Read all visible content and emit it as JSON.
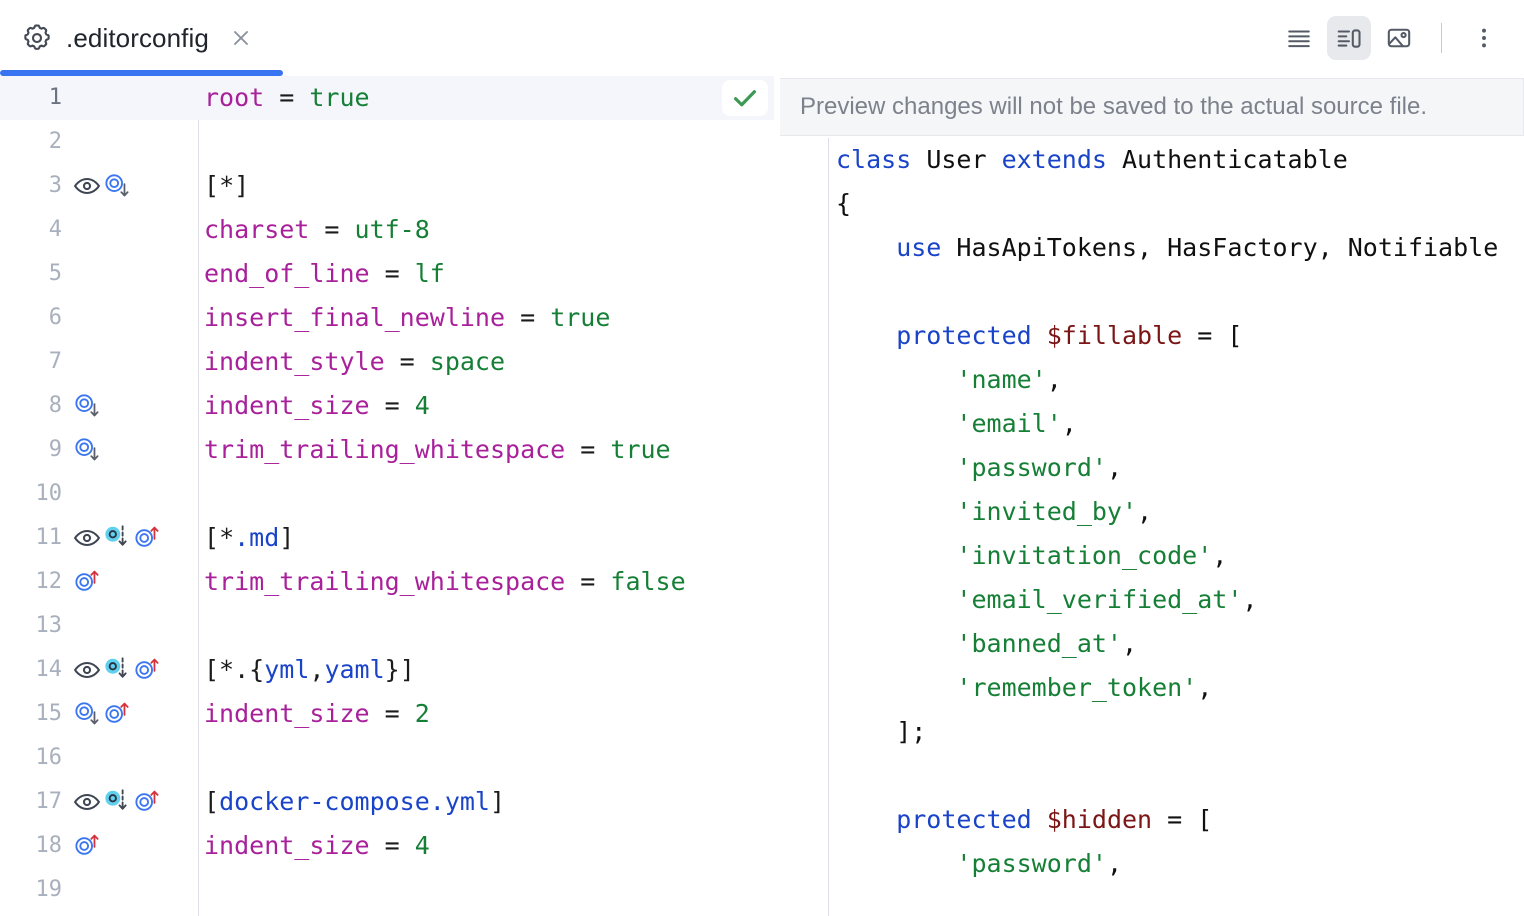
{
  "tab": {
    "icon": "gear-icon",
    "title": ".editorconfig",
    "close_icon": "close-icon",
    "accent_color": "#3874f2"
  },
  "toolbar": {
    "buttons": [
      {
        "name": "list-view-icon",
        "label": "List view",
        "active": false
      },
      {
        "name": "split-view-icon",
        "label": "Split view",
        "active": true
      },
      {
        "name": "image-preview-icon",
        "label": "Image preview",
        "active": false
      }
    ],
    "divider": true,
    "overflow": {
      "name": "more-options-icon",
      "label": "More options"
    }
  },
  "editor": {
    "filename": ".editorconfig",
    "current_line": 1,
    "status_icon": "checkmark-icon",
    "status_color": "#3d9a54",
    "colors": {
      "key": "#a8219a",
      "value": "#167f36",
      "glob": "#1a44c8",
      "punctuation": "#1b1b1b",
      "current_line_bg": "#f4f6fb"
    },
    "lines": [
      {
        "n": 1,
        "icons": [],
        "tokens": [
          {
            "t": "key",
            "s": "root"
          },
          {
            "t": "eq",
            "s": " = "
          },
          {
            "t": "val",
            "s": "true"
          }
        ],
        "current": true,
        "check": true
      },
      {
        "n": 2,
        "icons": [],
        "tokens": []
      },
      {
        "n": 3,
        "icons": [
          "eye-icon",
          "target-down-icon"
        ],
        "tokens": [
          {
            "t": "brk",
            "s": "["
          },
          {
            "t": "brk",
            "s": "*"
          },
          {
            "t": "brk",
            "s": "]"
          }
        ]
      },
      {
        "n": 4,
        "icons": [],
        "tokens": [
          {
            "t": "key",
            "s": "charset"
          },
          {
            "t": "eq",
            "s": " = "
          },
          {
            "t": "val",
            "s": "utf-8"
          }
        ]
      },
      {
        "n": 5,
        "icons": [],
        "tokens": [
          {
            "t": "key",
            "s": "end_of_line"
          },
          {
            "t": "eq",
            "s": " = "
          },
          {
            "t": "val",
            "s": "lf"
          }
        ]
      },
      {
        "n": 6,
        "icons": [],
        "tokens": [
          {
            "t": "key",
            "s": "insert_final_newline"
          },
          {
            "t": "eq",
            "s": " = "
          },
          {
            "t": "val",
            "s": "true"
          }
        ]
      },
      {
        "n": 7,
        "icons": [],
        "tokens": [
          {
            "t": "key",
            "s": "indent_style"
          },
          {
            "t": "eq",
            "s": " = "
          },
          {
            "t": "val",
            "s": "space"
          }
        ]
      },
      {
        "n": 8,
        "icons": [
          "target-down-icon"
        ],
        "tokens": [
          {
            "t": "key",
            "s": "indent_size"
          },
          {
            "t": "eq",
            "s": " = "
          },
          {
            "t": "val",
            "s": "4"
          }
        ]
      },
      {
        "n": 9,
        "icons": [
          "target-down-icon"
        ],
        "tokens": [
          {
            "t": "key",
            "s": "trim_trailing_whitespace"
          },
          {
            "t": "eq",
            "s": " = "
          },
          {
            "t": "val",
            "s": "true"
          }
        ]
      },
      {
        "n": 10,
        "icons": [],
        "tokens": []
      },
      {
        "n": 11,
        "icons": [
          "eye-icon",
          "dot-arrow-down-icon",
          "target-up-icon"
        ],
        "tokens": [
          {
            "t": "brk",
            "s": "["
          },
          {
            "t": "brk",
            "s": "*"
          },
          {
            "t": "glob",
            "s": ".md"
          },
          {
            "t": "brk",
            "s": "]"
          }
        ]
      },
      {
        "n": 12,
        "icons": [
          "target-up-icon"
        ],
        "tokens": [
          {
            "t": "key",
            "s": "trim_trailing_whitespace"
          },
          {
            "t": "eq",
            "s": " = "
          },
          {
            "t": "val",
            "s": "false"
          }
        ]
      },
      {
        "n": 13,
        "icons": [],
        "tokens": []
      },
      {
        "n": 14,
        "icons": [
          "eye-icon",
          "dot-arrow-down-icon",
          "target-up-icon"
        ],
        "tokens": [
          {
            "t": "brk",
            "s": "[*.{"
          },
          {
            "t": "glob",
            "s": "yml"
          },
          {
            "t": "brk",
            "s": ","
          },
          {
            "t": "glob",
            "s": "yaml"
          },
          {
            "t": "brk",
            "s": "}]"
          }
        ]
      },
      {
        "n": 15,
        "icons": [
          "target-down-icon",
          "target-up-icon"
        ],
        "tokens": [
          {
            "t": "key",
            "s": "indent_size"
          },
          {
            "t": "eq",
            "s": " = "
          },
          {
            "t": "val",
            "s": "2"
          }
        ]
      },
      {
        "n": 16,
        "icons": [],
        "tokens": []
      },
      {
        "n": 17,
        "icons": [
          "eye-icon",
          "dot-arrow-down-icon",
          "target-up-icon"
        ],
        "tokens": [
          {
            "t": "brk",
            "s": "["
          },
          {
            "t": "glob",
            "s": "docker-compose.yml"
          },
          {
            "t": "brk",
            "s": "]"
          }
        ]
      },
      {
        "n": 18,
        "icons": [
          "target-up-icon"
        ],
        "tokens": [
          {
            "t": "key",
            "s": "indent_size"
          },
          {
            "t": "eq",
            "s": " = "
          },
          {
            "t": "val",
            "s": "4"
          }
        ]
      },
      {
        "n": 19,
        "icons": [],
        "tokens": []
      }
    ]
  },
  "preview": {
    "banner_text": "Preview changes will not be saved to the actual source file.",
    "language": "php",
    "colors": {
      "keyword": "#1a44c8",
      "variable": "#7c1515",
      "string": "#167f36",
      "text": "#101010"
    },
    "lines": [
      [
        {
          "t": "kw",
          "s": "class"
        },
        {
          "t": "id",
          "s": " User "
        },
        {
          "t": "kw",
          "s": "extends"
        },
        {
          "t": "id",
          "s": " Authenticatable"
        }
      ],
      [
        {
          "t": "id",
          "s": "{"
        }
      ],
      [
        {
          "t": "kw",
          "s": "    use"
        },
        {
          "t": "id",
          "s": " HasApiTokens, HasFactory, Notifiable"
        }
      ],
      [],
      [
        {
          "t": "kw",
          "s": "    protected"
        },
        {
          "t": "id",
          "s": " "
        },
        {
          "t": "var",
          "s": "$fillable"
        },
        {
          "t": "id",
          "s": " = ["
        }
      ],
      [
        {
          "t": "str",
          "s": "        'name'"
        },
        {
          "t": "id",
          "s": ","
        }
      ],
      [
        {
          "t": "str",
          "s": "        'email'"
        },
        {
          "t": "id",
          "s": ","
        }
      ],
      [
        {
          "t": "str",
          "s": "        'password'"
        },
        {
          "t": "id",
          "s": ","
        }
      ],
      [
        {
          "t": "str",
          "s": "        'invited_by'"
        },
        {
          "t": "id",
          "s": ","
        }
      ],
      [
        {
          "t": "str",
          "s": "        'invitation_code'"
        },
        {
          "t": "id",
          "s": ","
        }
      ],
      [
        {
          "t": "str",
          "s": "        'email_verified_at'"
        },
        {
          "t": "id",
          "s": ","
        }
      ],
      [
        {
          "t": "str",
          "s": "        'banned_at'"
        },
        {
          "t": "id",
          "s": ","
        }
      ],
      [
        {
          "t": "str",
          "s": "        'remember_token'"
        },
        {
          "t": "id",
          "s": ","
        }
      ],
      [
        {
          "t": "id",
          "s": "    ];"
        }
      ],
      [],
      [
        {
          "t": "kw",
          "s": "    protected"
        },
        {
          "t": "id",
          "s": " "
        },
        {
          "t": "var",
          "s": "$hidden"
        },
        {
          "t": "id",
          "s": " = ["
        }
      ],
      [
        {
          "t": "str",
          "s": "        'password'"
        },
        {
          "t": "id",
          "s": ","
        }
      ]
    ]
  }
}
